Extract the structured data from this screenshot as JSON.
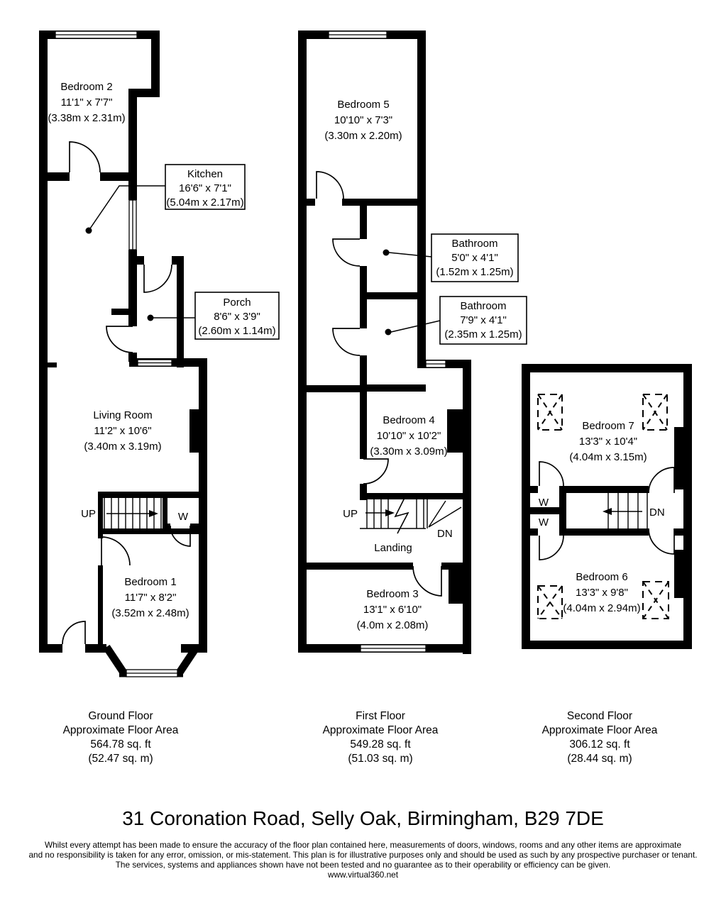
{
  "ground_floor": {
    "rooms": {
      "bedroom2": {
        "name": "Bedroom 2",
        "size_imperial": "11'1\" x 7'7\"",
        "size_metric": "(3.38m x 2.31m)"
      },
      "kitchen": {
        "name": "Kitchen",
        "size_imperial": "16'6\" x 7'1\"",
        "size_metric": "(5.04m x 2.17m)"
      },
      "porch": {
        "name": "Porch",
        "size_imperial": "8'6\" x 3'9\"",
        "size_metric": "(2.60m x 1.14m)"
      },
      "living_room": {
        "name": "Living Room",
        "size_imperial": "11'2\" x 10'6\"",
        "size_metric": "(3.40m x 3.19m)"
      },
      "bedroom1": {
        "name": "Bedroom 1",
        "size_imperial": "11'7\" x 8'2\"",
        "size_metric": "(3.52m x 2.48m)"
      }
    },
    "labels": {
      "up": "UP",
      "wardrobe": "W"
    },
    "summary": {
      "floor_name": "Ground Floor",
      "area_label": "Approximate Floor Area",
      "area_sqft": "564.78 sq. ft",
      "area_sqm": "(52.47 sq. m)"
    }
  },
  "first_floor": {
    "rooms": {
      "bedroom5": {
        "name": "Bedroom 5",
        "size_imperial": "10'10\" x 7'3\"",
        "size_metric": "(3.30m x 2.20m)"
      },
      "bathroom_small": {
        "name": "Bathroom",
        "size_imperial": "5'0\" x 4'1\"",
        "size_metric": "(1.52m x 1.25m)"
      },
      "bathroom_large": {
        "name": "Bathroom",
        "size_imperial": "7'9\" x 4'1\"",
        "size_metric": "(2.35m x 1.25m)"
      },
      "bedroom4": {
        "name": "Bedroom 4",
        "size_imperial": "10'10\" x 10'2\"",
        "size_metric": "(3.30m x 3.09m)"
      },
      "bedroom3": {
        "name": "Bedroom 3",
        "size_imperial": "13'1\" x 6'10\"",
        "size_metric": "(4.0m x 2.08m)"
      }
    },
    "labels": {
      "up": "UP",
      "down": "DN",
      "landing": "Landing"
    },
    "summary": {
      "floor_name": "First Floor",
      "area_label": "Approximate Floor Area",
      "area_sqft": "549.28 sq. ft",
      "area_sqm": "(51.03 sq. m)"
    }
  },
  "second_floor": {
    "rooms": {
      "bedroom7": {
        "name": "Bedroom 7",
        "size_imperial": "13'3\" x 10'4\"",
        "size_metric": "(4.04m x 3.15m)"
      },
      "bedroom6": {
        "name": "Bedroom 6",
        "size_imperial": "13'3\" x 9'8\"",
        "size_metric": "(4.04m x 2.94m)"
      }
    },
    "labels": {
      "wardrobe_top": "W",
      "wardrobe_bottom": "W",
      "down": "DN"
    },
    "summary": {
      "floor_name": "Second Floor",
      "area_label": "Approximate Floor Area",
      "area_sqft": "306.12 sq. ft",
      "area_sqm": "(28.44 sq. m)"
    }
  },
  "address": "31 Coronation Road, Selly Oak, Birmingham, B29 7DE",
  "disclaimer": {
    "line1": "Whilst every attempt has been made to ensure the accuracy of the floor plan contained here, measurements of doors, windows, rooms and any other items are approximate",
    "line2": "and no responsibility is taken for any error, omission, or mis-statement. This plan is for illustrative purposes only and should be used as such by any prospective purchaser or tenant.",
    "line3": "The services, systems and appliances shown have not been tested and no guarantee as to their operability or efficiency can be given.",
    "website": "www.virtual360.net"
  },
  "colors": {
    "wall": "#000000",
    "background": "#ffffff"
  }
}
